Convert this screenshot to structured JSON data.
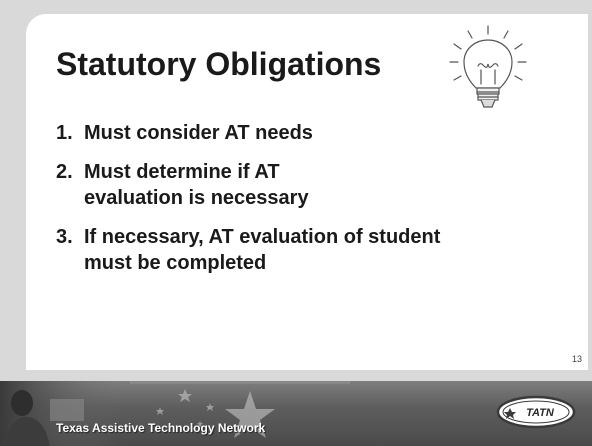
{
  "slide": {
    "title": "Statutory Obligations",
    "points": [
      {
        "number": "1.",
        "text": "Must consider AT needs"
      },
      {
        "number": "2.",
        "text": "Must determine if AT evaluation is necessary"
      },
      {
        "number": "3.",
        "text": "If necessary, AT evaluation of student must be completed"
      }
    ],
    "page_number": "13"
  },
  "footer": {
    "network_name": "Texas Assistive Technology Network",
    "logo_text": "TATN"
  },
  "icons": {
    "title_illustration": "light-bulb-icon",
    "footer_decoration": "star-icon"
  }
}
